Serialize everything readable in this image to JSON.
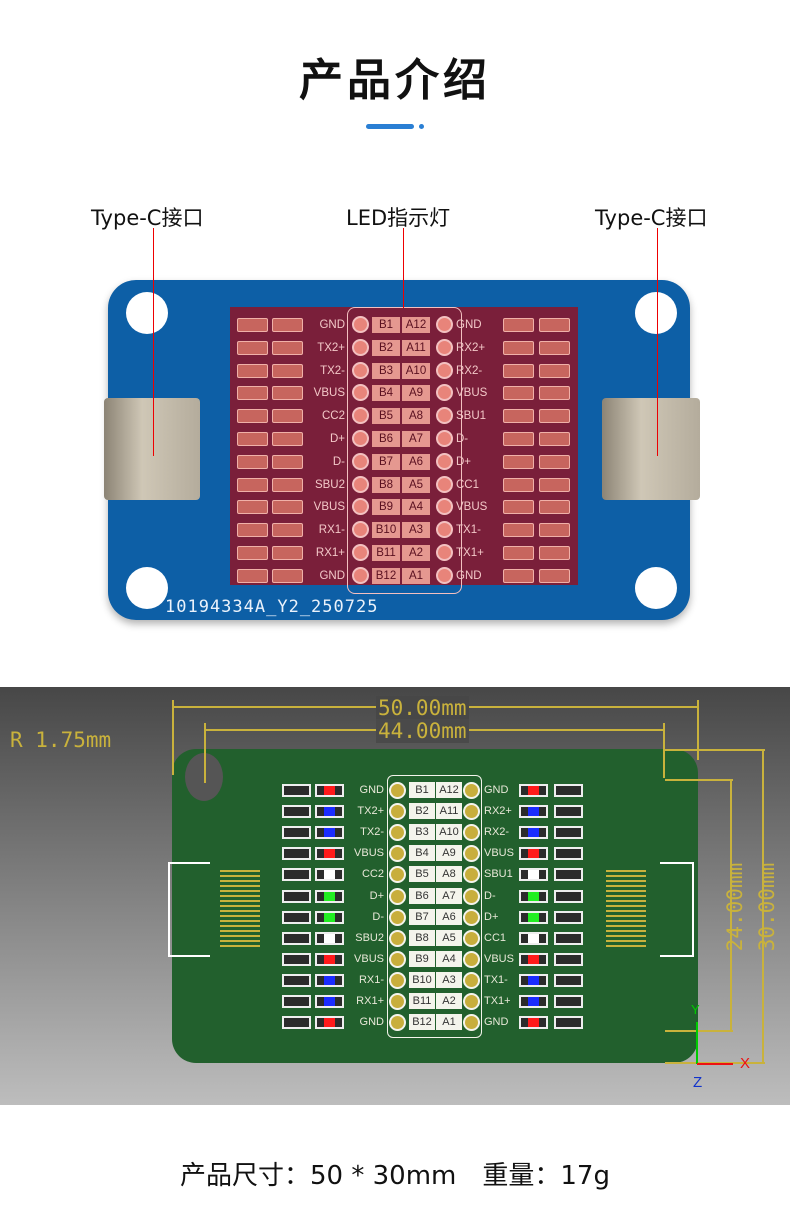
{
  "header": {
    "title": "产品介绍"
  },
  "callouts": {
    "left": "Type-C接口",
    "center": "LED指示灯",
    "right": "Type-C接口"
  },
  "board": {
    "serial": "10194334A_Y2_250725"
  },
  "rows": [
    {
      "left": "GND",
      "b": "B1",
      "a": "A12",
      "right": "GND",
      "led": "#ff1a1a"
    },
    {
      "left": "TX2+",
      "b": "B2",
      "a": "A11",
      "right": "RX2+",
      "led": "#1a2cff"
    },
    {
      "left": "TX2-",
      "b": "B3",
      "a": "A10",
      "right": "RX2-",
      "led": "#1a2cff"
    },
    {
      "left": "VBUS",
      "b": "B4",
      "a": "A9",
      "right": "VBUS",
      "led": "#ff1a1a"
    },
    {
      "left": "CC2",
      "b": "B5",
      "a": "A8",
      "right": "SBU1",
      "led": "#ffffff"
    },
    {
      "left": "D+",
      "b": "B6",
      "a": "A7",
      "right": "D-",
      "led": "#22ee22"
    },
    {
      "left": "D-",
      "b": "B7",
      "a": "A6",
      "right": "D+",
      "led": "#22ee22"
    },
    {
      "left": "SBU2",
      "b": "B8",
      "a": "A5",
      "right": "CC1",
      "led": "#ffffff"
    },
    {
      "left": "VBUS",
      "b": "B9",
      "a": "A4",
      "right": "VBUS",
      "led": "#ff1a1a"
    },
    {
      "left": "RX1-",
      "b": "B10",
      "a": "A3",
      "right": "TX1-",
      "led": "#1a2cff"
    },
    {
      "left": "RX1+",
      "b": "B11",
      "a": "A2",
      "right": "TX1+",
      "led": "#1a2cff"
    },
    {
      "left": "GND",
      "b": "B12",
      "a": "A1",
      "right": "GND",
      "led": "#ff1a1a"
    }
  ],
  "dimensions": {
    "width_outer": "50.00mm",
    "width_holes": "44.00mm",
    "height_holes": "24.00mm",
    "height_outer": "30.00mm",
    "radius": "R 1.75mm",
    "axis_x": "X",
    "axis_y": "Y",
    "axis_z": "Z"
  },
  "spec": {
    "text": "产品尺寸：50 * 30mm　重量：17g"
  }
}
